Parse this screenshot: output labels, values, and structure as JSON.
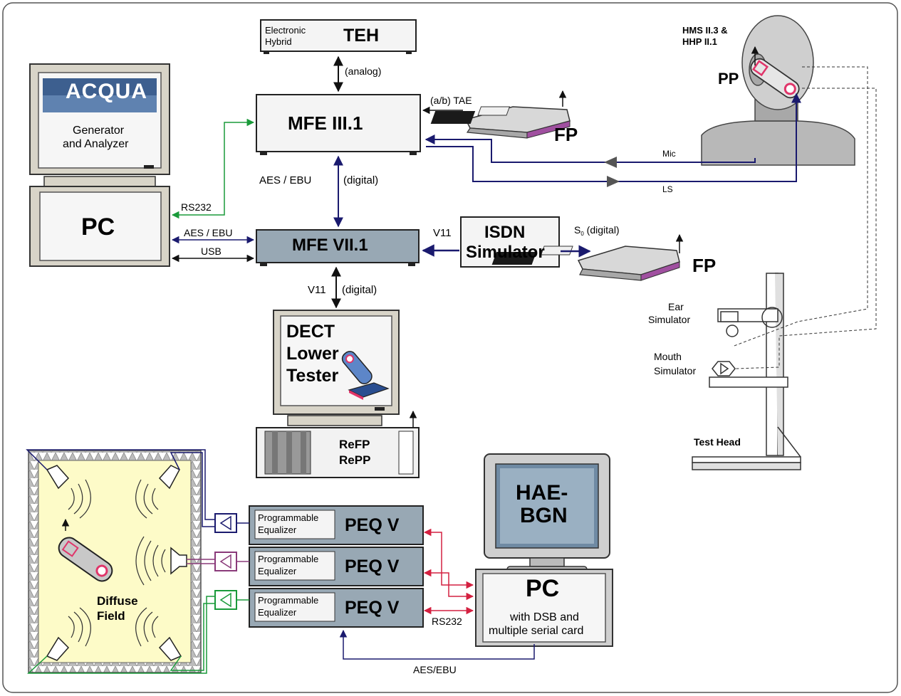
{
  "teh": {
    "small": "Electronic Hybrid",
    "small1": "Electronic",
    "small2": "Hybrid",
    "title": "TEH"
  },
  "mfe3": {
    "title": "MFE III.1"
  },
  "mfe7": {
    "title": "MFE VII.1"
  },
  "isdn": {
    "line1": "ISDN",
    "line2": "Simulator"
  },
  "acqua": {
    "logo": "ACQUA",
    "line1": "Generator",
    "line2": "and Analyzer"
  },
  "pc_left": {
    "title": "PC"
  },
  "dect": {
    "line1": "DECT",
    "line2": "Lower",
    "line3": "Tester"
  },
  "refp": {
    "line1": "ReFP",
    "line2": "RePP"
  },
  "hae": {
    "line1": "HAE-",
    "line2": "BGN"
  },
  "pc_right": {
    "title": "PC",
    "line1": "with DSB and",
    "line2": "multiple serial card"
  },
  "peq": [
    {
      "small1": "Programmable",
      "small2": "Equalizer",
      "title": "PEQ V"
    },
    {
      "small1": "Programmable",
      "small2": "Equalizer",
      "title": "PEQ V"
    },
    {
      "small1": "Programmable",
      "small2": "Equalizer",
      "title": "PEQ V"
    }
  ],
  "diffuse": {
    "line1": "Diffuse",
    "line2": "Field"
  },
  "head": {
    "title": "HMS II.3 &",
    "title2": "HHP II.1",
    "pp": "PP"
  },
  "stand": {
    "ear1": "Ear",
    "ear2": "Simulator",
    "mouth1": "Mouth",
    "mouth2": "Simulator",
    "test_head": "Test Head"
  },
  "fp": {
    "top": "FP",
    "bottom": "FP"
  },
  "links": {
    "analog": "(analog)",
    "ab_tae": "(a/b) TAE",
    "aes_ebu_mid": "AES / EBU",
    "digital_mid": "(digital)",
    "rs232_left": "RS232",
    "aes_ebu_left": "AES / EBU",
    "usb": "USB",
    "v11_right": "V11",
    "s0": "S",
    "s0_sub": "0",
    "s0_rest": " (digital)",
    "v11_low": "V11",
    "digital_low": "(digital)",
    "mic": "Mic",
    "ls": "LS",
    "rs232_right": "RS232",
    "aes_ebu_bottom": "AES/EBU"
  },
  "colors": {
    "navy": "#1a1a6e",
    "green": "#1a9a3a",
    "red": "#d42040",
    "purple": "#8a3a7a",
    "device_blue": "#98a8b4",
    "field": "#fdfbc8"
  }
}
